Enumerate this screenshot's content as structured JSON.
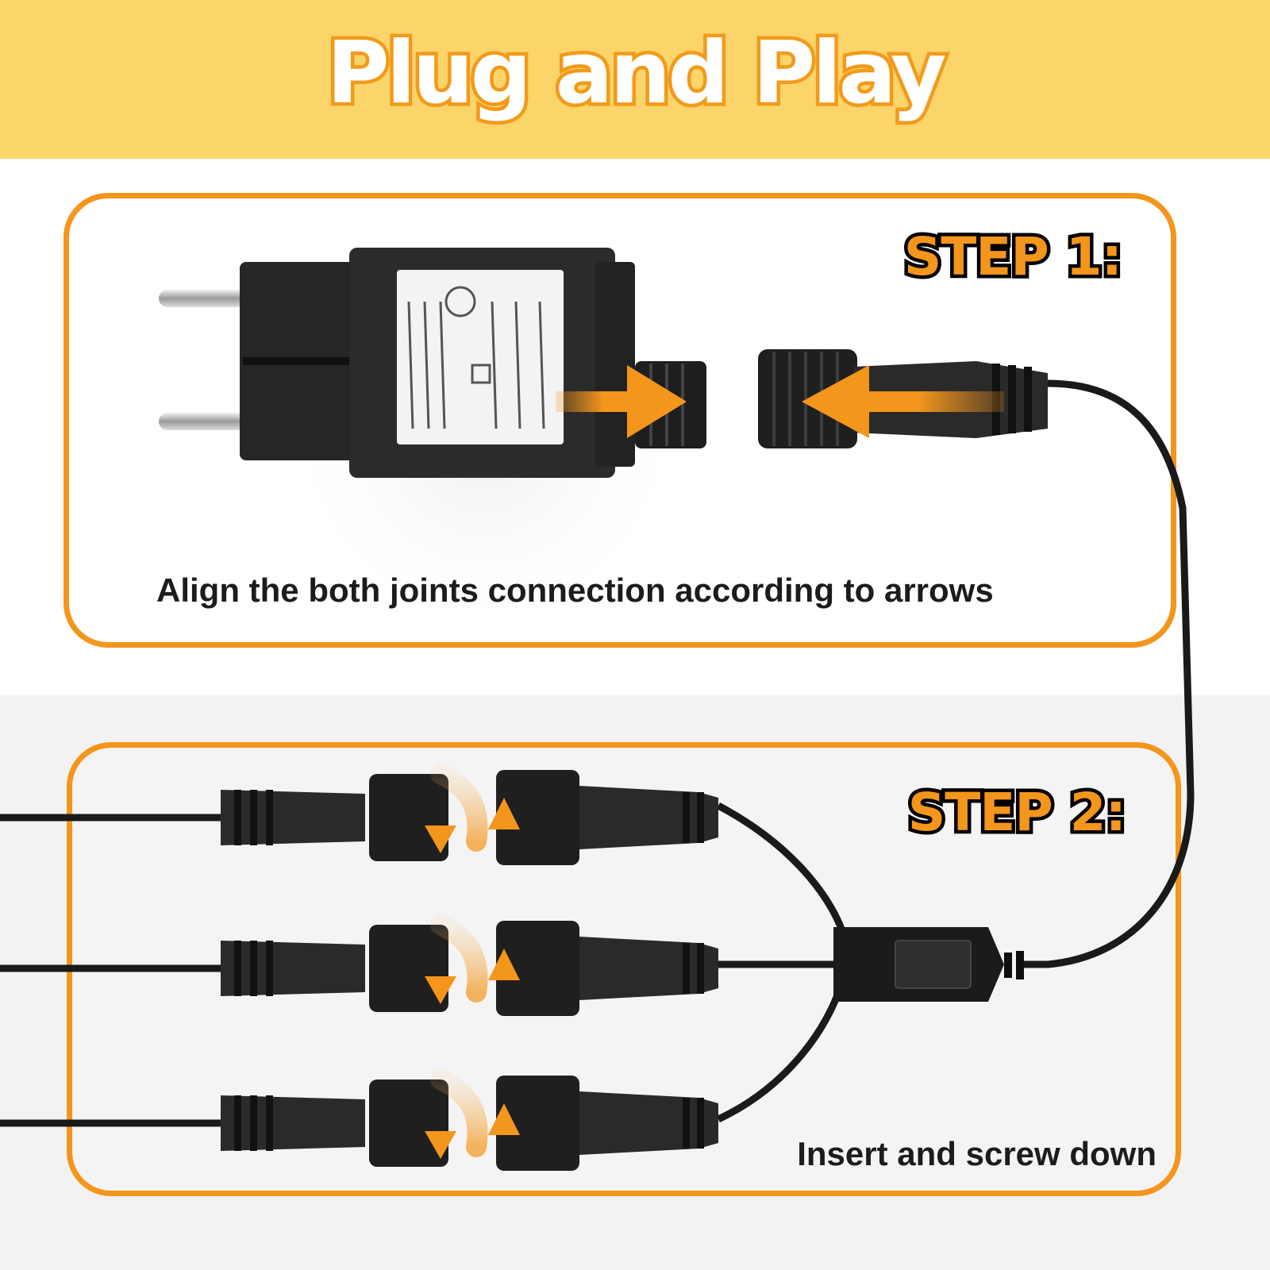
{
  "header": {
    "title": "Plug and Play"
  },
  "step1": {
    "label": "STEP 1:",
    "caption": "Align the both joints connection according to arrows"
  },
  "step2": {
    "label": "STEP 2:",
    "caption": "Insert and screw down"
  },
  "colors": {
    "banner": "#fbd46a",
    "accent": "#f4951c",
    "title_outline": "#f29a1a",
    "cable": "#1a1a1a"
  }
}
